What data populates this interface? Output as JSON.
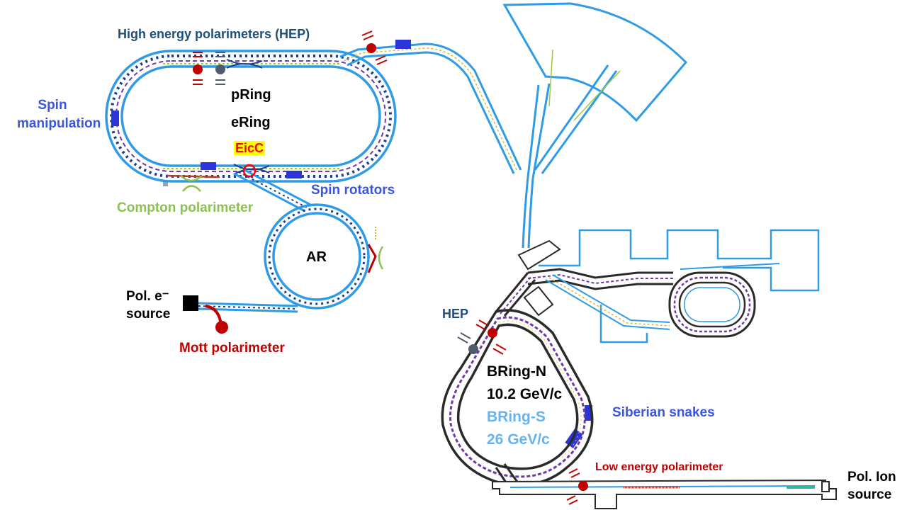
{
  "colors": {
    "beamline": "#2f9be6",
    "beamline_dark": "#1a3f8a",
    "label_dark_blue": "#1f4e79",
    "label_blue": "#3a56e0",
    "label_green": "#8cc152",
    "label_red": "#c00000",
    "label_light_blue": "#66b3f0",
    "eicc_red": "#ff0000",
    "eicc_highlight": "#ffff00",
    "magnet_blue": "#2b35d9",
    "polarimeter_red": "#c00000",
    "polarimeter_gray": "#505a6e"
  },
  "labels": {
    "hep_top": "High energy polarimeters (HEP)",
    "spin_manipulation_line1": "Spin",
    "spin_manipulation_line2": "manipulation",
    "pring": "pRing",
    "ering": "eRing",
    "eicc": "EicC",
    "spin_rotators": "Spin rotators",
    "compton": "Compton polarimeter",
    "ar": "AR",
    "pol_e_line1": "Pol. e⁻",
    "pol_e_line2": "source",
    "mott": "Mott polarimeter",
    "hep_lower": "HEP",
    "bring_n": "BRing-N",
    "bring_n_energy": "10.2 GeV/c",
    "bring_s": "BRing-S",
    "bring_s_energy": "26 GeV/c",
    "siberian": "Siberian snakes",
    "low_energy": "Low energy polarimeter",
    "pol_ion_line1": "Pol. Ion",
    "pol_ion_line2": "source"
  }
}
